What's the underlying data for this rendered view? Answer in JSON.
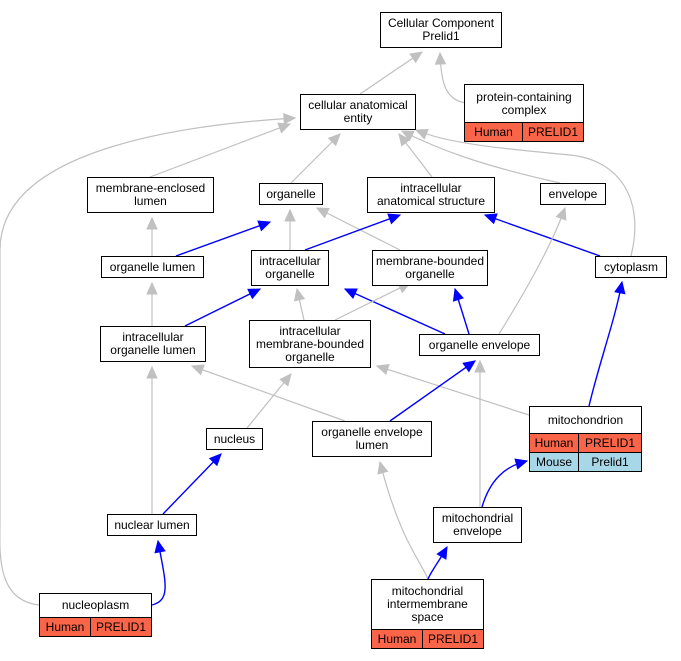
{
  "colors": {
    "gray_edge": "#c0c0c0",
    "blue_edge": "#0000ff",
    "human": "#fa6448",
    "mouse": "#a8d8e8"
  },
  "nodes": {
    "cellular_component_prelid1": {
      "label": "Cellular Component\nPrelid1"
    },
    "cellular_anatomical_entity": {
      "label": "cellular anatomical\nentity"
    },
    "protein_containing_complex": {
      "label": "protein-containing\ncomplex",
      "annotations": [
        {
          "species": "Human",
          "gene": "PRELID1"
        }
      ]
    },
    "membrane_enclosed_lumen": {
      "label": "membrane-enclosed\nlumen"
    },
    "organelle": {
      "label": "organelle"
    },
    "intracellular_anatomical_structure": {
      "label": "intracellular\nanatomical structure"
    },
    "envelope": {
      "label": "envelope"
    },
    "organelle_lumen": {
      "label": "organelle lumen"
    },
    "intracellular_organelle": {
      "label": "intracellular\norganelle"
    },
    "membrane_bounded_organelle": {
      "label": "membrane-bounded\norganelle"
    },
    "cytoplasm": {
      "label": "cytoplasm"
    },
    "intracellular_organelle_lumen": {
      "label": "intracellular\norganelle lumen"
    },
    "intracellular_membrane_bounded_organelle": {
      "label": "intracellular\nmembrane-bounded\norganelle"
    },
    "organelle_envelope": {
      "label": "organelle envelope"
    },
    "nucleus": {
      "label": "nucleus"
    },
    "organelle_envelope_lumen": {
      "label": "organelle envelope\nlumen"
    },
    "mitochondrion": {
      "label": "mitochondrion",
      "annotations": [
        {
          "species": "Human",
          "gene": "PRELID1"
        },
        {
          "species": "Mouse",
          "gene": "Prelid1"
        }
      ]
    },
    "nuclear_lumen": {
      "label": "nuclear lumen"
    },
    "mitochondrial_envelope": {
      "label": "mitochondrial\nenvelope"
    },
    "nucleoplasm": {
      "label": "nucleoplasm",
      "annotations": [
        {
          "species": "Human",
          "gene": "PRELID1"
        }
      ]
    },
    "mitochondrial_intermembrane_space": {
      "label": "mitochondrial\nintermembrane\nspace",
      "annotations": [
        {
          "species": "Human",
          "gene": "PRELID1"
        }
      ]
    }
  },
  "edges": [
    {
      "from": "cellular_anatomical_entity",
      "to": "cellular_component_prelid1",
      "type": "gray"
    },
    {
      "from": "protein_containing_complex",
      "to": "cellular_component_prelid1",
      "type": "gray"
    },
    {
      "from": "membrane_enclosed_lumen",
      "to": "cellular_anatomical_entity",
      "type": "gray"
    },
    {
      "from": "organelle",
      "to": "cellular_anatomical_entity",
      "type": "gray"
    },
    {
      "from": "intracellular_anatomical_structure",
      "to": "cellular_anatomical_entity",
      "type": "gray"
    },
    {
      "from": "envelope",
      "to": "cellular_anatomical_entity",
      "type": "gray"
    },
    {
      "from": "nucleoplasm",
      "to": "cellular_anatomical_entity",
      "type": "gray"
    },
    {
      "from": "cytoplasm",
      "to": "cellular_anatomical_entity",
      "type": "gray"
    },
    {
      "from": "organelle_lumen",
      "to": "membrane_enclosed_lumen",
      "type": "gray"
    },
    {
      "from": "organelle_lumen",
      "to": "organelle",
      "type": "blue"
    },
    {
      "from": "intracellular_organelle",
      "to": "organelle",
      "type": "gray"
    },
    {
      "from": "membrane_bounded_organelle",
      "to": "organelle",
      "type": "gray"
    },
    {
      "from": "intracellular_organelle",
      "to": "intracellular_anatomical_structure",
      "type": "blue"
    },
    {
      "from": "cytoplasm",
      "to": "intracellular_anatomical_structure",
      "type": "blue"
    },
    {
      "from": "organelle_envelope",
      "to": "envelope",
      "type": "gray"
    },
    {
      "from": "intracellular_organelle_lumen",
      "to": "organelle_lumen",
      "type": "gray"
    },
    {
      "from": "intracellular_organelle_lumen",
      "to": "intracellular_organelle",
      "type": "blue"
    },
    {
      "from": "intracellular_membrane_bounded_organelle",
      "to": "intracellular_organelle",
      "type": "gray"
    },
    {
      "from": "organelle_envelope",
      "to": "intracellular_organelle",
      "type": "blue"
    },
    {
      "from": "intracellular_membrane_bounded_organelle",
      "to": "membrane_bounded_organelle",
      "type": "gray"
    },
    {
      "from": "organelle_envelope",
      "to": "membrane_bounded_organelle",
      "type": "blue"
    },
    {
      "from": "mitochondrion",
      "to": "cytoplasm",
      "type": "blue"
    },
    {
      "from": "organelle_envelope_lumen",
      "to": "intracellular_organelle_lumen",
      "type": "gray"
    },
    {
      "from": "nuclear_lumen",
      "to": "intracellular_organelle_lumen",
      "type": "gray"
    },
    {
      "from": "nucleus",
      "to": "intracellular_membrane_bounded_organelle",
      "type": "gray"
    },
    {
      "from": "mitochondrion",
      "to": "intracellular_membrane_bounded_organelle",
      "type": "gray"
    },
    {
      "from": "organelle_envelope_lumen",
      "to": "organelle_envelope",
      "type": "blue"
    },
    {
      "from": "mitochondrial_envelope",
      "to": "organelle_envelope",
      "type": "gray"
    },
    {
      "from": "nuclear_lumen",
      "to": "nucleus",
      "type": "blue"
    },
    {
      "from": "mitochondrial_intermembrane_space",
      "to": "organelle_envelope_lumen",
      "type": "gray"
    },
    {
      "from": "mitochondrial_envelope",
      "to": "mitochondrion",
      "type": "blue"
    },
    {
      "from": "nucleoplasm",
      "to": "nuclear_lumen",
      "type": "blue"
    },
    {
      "from": "mitochondrial_intermembrane_space",
      "to": "mitochondrial_envelope",
      "type": "blue"
    }
  ]
}
